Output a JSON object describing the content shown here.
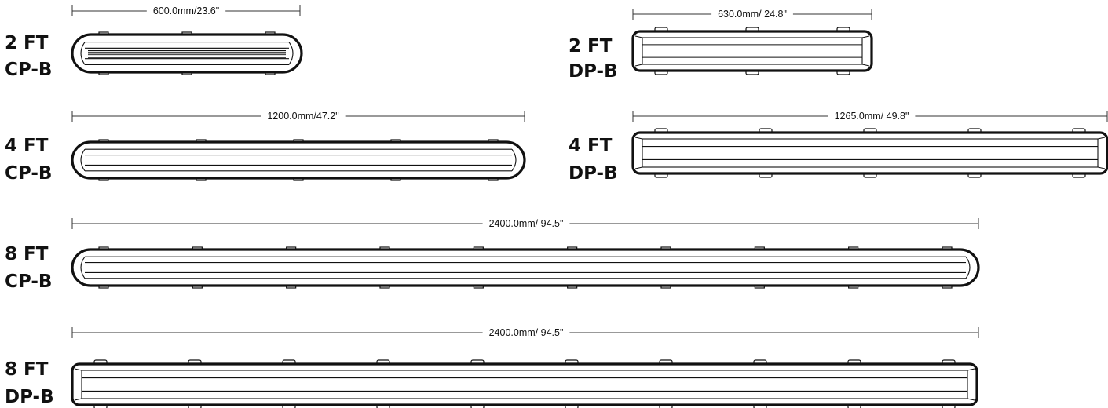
{
  "fixtures": [
    {
      "id": "2ft-cp-b",
      "label_line1": "2 FT",
      "label_line2": "CP-B",
      "dimension": "600.0mm/23.6\"",
      "style": "CP",
      "clips": 3,
      "stripes": true
    },
    {
      "id": "2ft-dp-b",
      "label_line1": "2 FT",
      "label_line2": "DP-B",
      "dimension": "630.0mm/ 24.8\"",
      "style": "DP",
      "clips": 3,
      "stripes": false
    },
    {
      "id": "4ft-cp-b",
      "label_line1": "4 FT",
      "label_line2": "CP-B",
      "dimension": "1200.0mm/47.2\"",
      "style": "CP",
      "clips": 5,
      "stripes": false
    },
    {
      "id": "4ft-dp-b",
      "label_line1": "4 FT",
      "label_line2": "DP-B",
      "dimension": "1265.0mm/ 49.8\"",
      "style": "DP",
      "clips": 5,
      "stripes": false
    },
    {
      "id": "8ft-cp-b",
      "label_line1": "8 FT",
      "label_line2": "CP-B",
      "dimension": "2400.0mm/ 94.5\"",
      "style": "CP",
      "clips": 10,
      "stripes": false
    },
    {
      "id": "8ft-dp-b",
      "label_line1": "8 FT",
      "label_line2": "DP-B",
      "dimension": "2400.0mm/ 94.5\"",
      "style": "DP",
      "clips": 10,
      "stripes": false
    }
  ]
}
